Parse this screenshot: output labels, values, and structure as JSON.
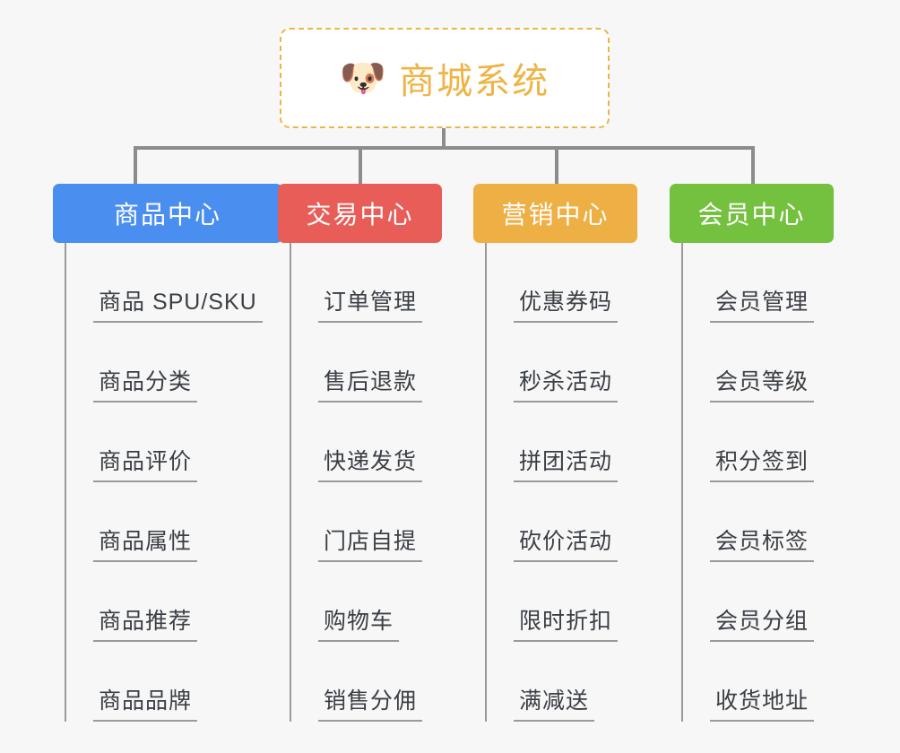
{
  "page": {
    "background_color": "#f7f7f7",
    "line_color": "#8c8c8c"
  },
  "root": {
    "icon": "dog-face-emoji",
    "icon_glyph": "🐶",
    "title": "商城系统",
    "accent_color": "#eeb445",
    "border_style": "dashed"
  },
  "branches": [
    {
      "id": "product-center",
      "label": "商品中心",
      "color": "#4a8ef0",
      "items": [
        "商品 SPU/SKU",
        "商品分类",
        "商品评价",
        "商品属性",
        "商品推荐",
        "商品品牌"
      ]
    },
    {
      "id": "trade-center",
      "label": "交易中心",
      "color": "#e85d58",
      "items": [
        "订单管理",
        "售后退款",
        "快递发货",
        "门店自提",
        "购物车",
        "销售分佣"
      ]
    },
    {
      "id": "marketing-center",
      "label": "营销中心",
      "color": "#eeaf44",
      "items": [
        "优惠券码",
        "秒杀活动",
        "拼团活动",
        "砍价活动",
        "限时折扣",
        "满减送"
      ]
    },
    {
      "id": "member-center",
      "label": "会员中心",
      "color": "#74c03f",
      "items": [
        "会员管理",
        "会员等级",
        "积分签到",
        "会员标签",
        "会员分组",
        "收货地址"
      ]
    }
  ]
}
